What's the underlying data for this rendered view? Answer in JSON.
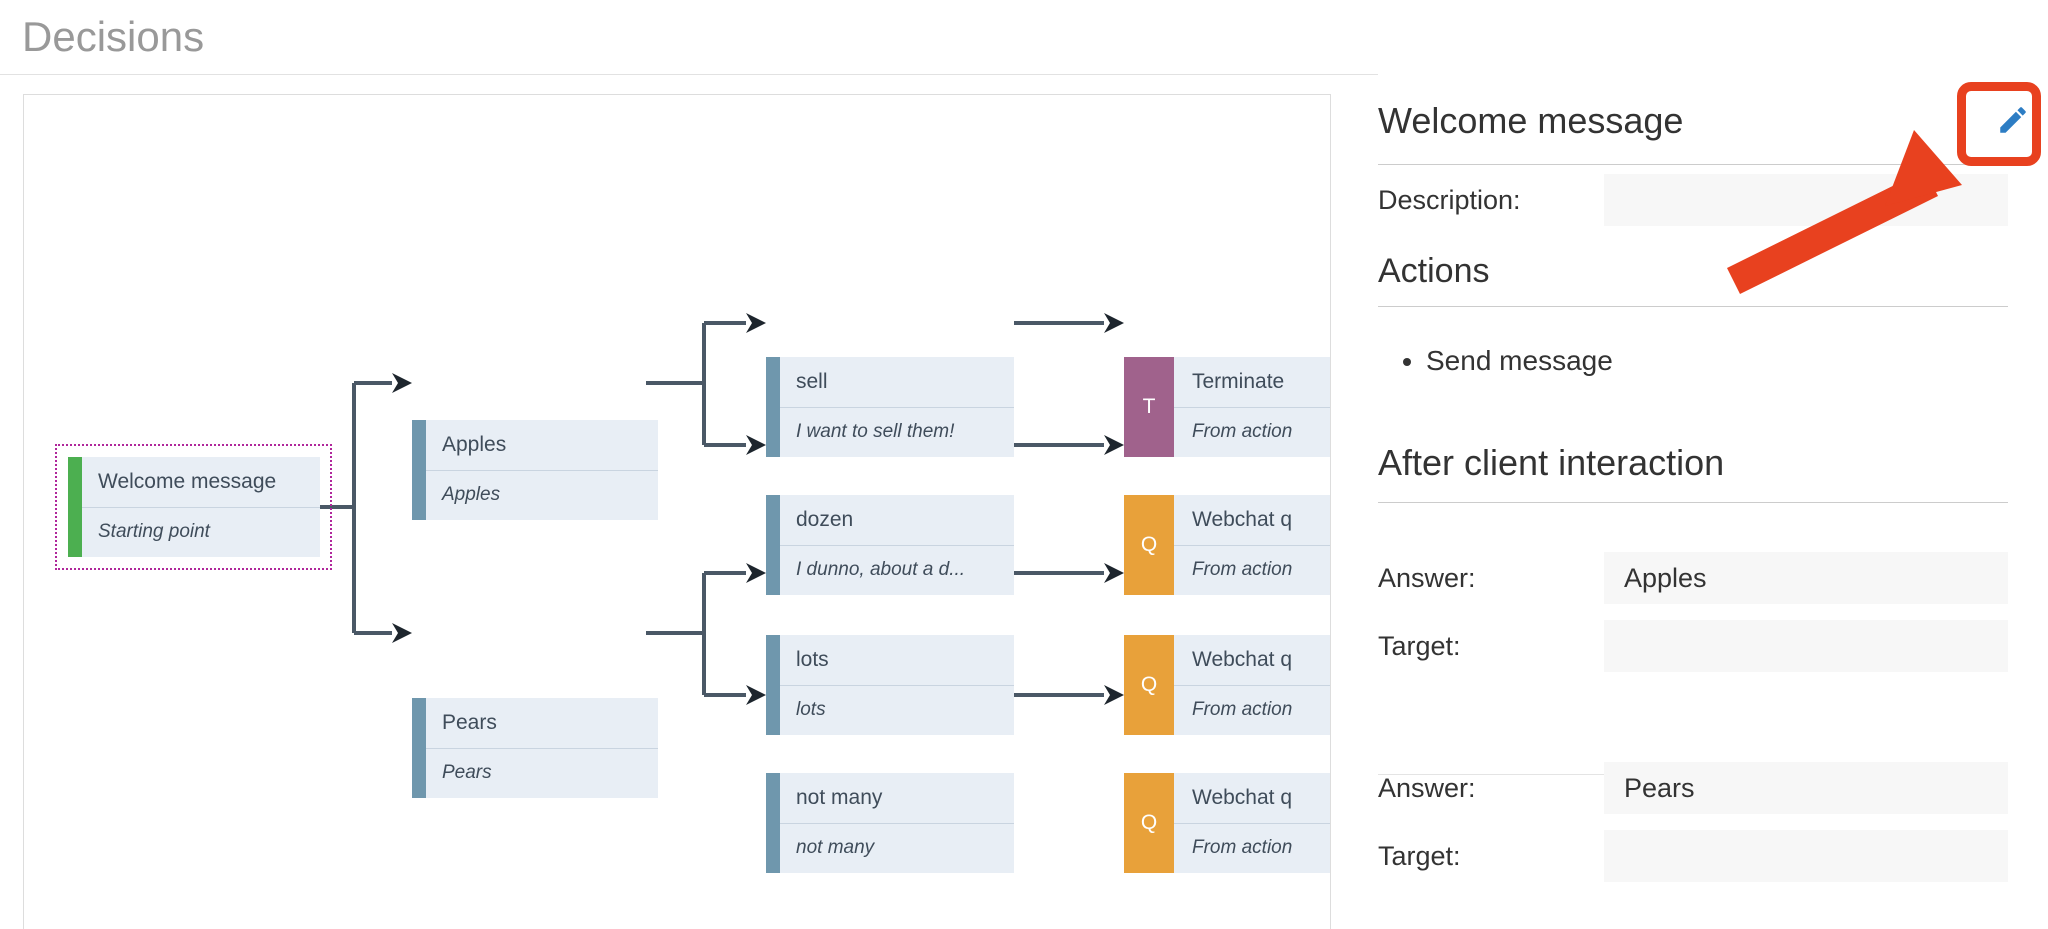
{
  "page": {
    "title": "Decisions"
  },
  "flow": {
    "nodes": [
      {
        "id": "start",
        "title": "Welcome message",
        "subtitle": "Starting point",
        "accent": "green",
        "badge": null,
        "selected": true
      },
      {
        "id": "apples",
        "title": "Apples",
        "subtitle": "Apples",
        "accent": "blue",
        "badge": null,
        "selected": false
      },
      {
        "id": "pears",
        "title": "Pears",
        "subtitle": "Pears",
        "accent": "blue",
        "badge": null,
        "selected": false
      },
      {
        "id": "sell",
        "title": "sell",
        "subtitle": "I want to sell them!",
        "accent": "blue",
        "badge": null,
        "selected": false
      },
      {
        "id": "dozen",
        "title": "dozen",
        "subtitle": "I dunno, about a d...",
        "accent": "blue",
        "badge": null,
        "selected": false
      },
      {
        "id": "lots",
        "title": "lots",
        "subtitle": "lots",
        "accent": "blue",
        "badge": null,
        "selected": false
      },
      {
        "id": "notmany",
        "title": "not many",
        "subtitle": "not many",
        "accent": "blue",
        "badge": null,
        "selected": false
      },
      {
        "id": "terminate",
        "title": "Terminate",
        "subtitle": "From action",
        "accent": "none",
        "badge": "T",
        "selected": false
      },
      {
        "id": "webchat1",
        "title": "Webchat q",
        "subtitle": "From action",
        "accent": "none",
        "badge": "Q",
        "selected": false
      },
      {
        "id": "webchat2",
        "title": "Webchat q",
        "subtitle": "From action",
        "accent": "none",
        "badge": "Q",
        "selected": false
      },
      {
        "id": "webchat3",
        "title": "Webchat q",
        "subtitle": "From action",
        "accent": "none",
        "badge": "Q",
        "selected": false
      }
    ],
    "colors": {
      "node_background": "#e8eef5",
      "accent_blue": "#6f97ad",
      "accent_green": "#4caf50",
      "badge_terminate": "#a0628c",
      "badge_question": "#e8a13a",
      "connector": "#4a5866",
      "selection": "#b0279b"
    }
  },
  "detail": {
    "title": "Welcome message",
    "edit_icon": "pencil-icon",
    "description_label": "Description:",
    "description_value": "",
    "actions_heading": "Actions",
    "actions": [
      "Send message"
    ],
    "after_interaction_heading": "After client interaction",
    "answer_label": "Answer:",
    "target_label": "Target:",
    "branches": [
      {
        "answer": "Apples",
        "target": ""
      },
      {
        "answer": "Pears",
        "target": ""
      }
    ]
  },
  "annotation": {
    "highlight_color": "#e8411f",
    "arrow_target": "edit-button"
  }
}
